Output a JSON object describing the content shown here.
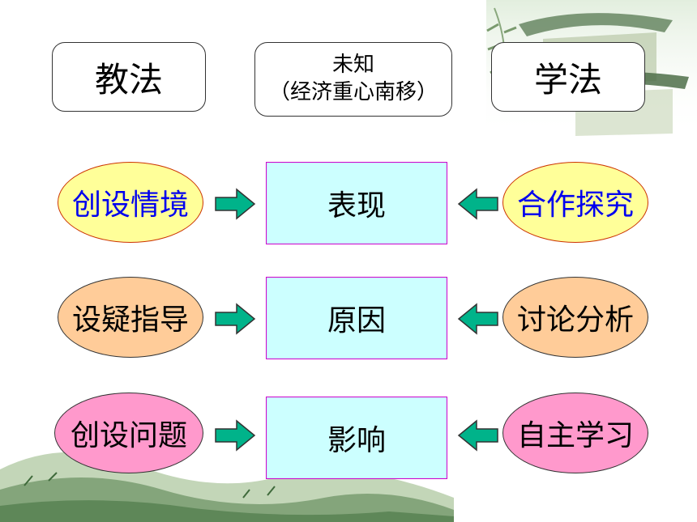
{
  "header": {
    "teach_method": "教法",
    "unknown_title": "未知",
    "unknown_sub": "（经济重心南移）",
    "learn_method": "学法"
  },
  "rows": [
    {
      "left": "创设情境",
      "center": "表现",
      "right": "合作探究"
    },
    {
      "left": "设疑指导",
      "center": "原因",
      "right": "讨论分析"
    },
    {
      "left": "创设问题",
      "center": "影响",
      "right": "自主学习"
    }
  ],
  "colors": {
    "center_fill": "#ccffff",
    "center_border": "#cc00cc",
    "oval_yellow": "#ffff99",
    "oval_peach": "#ffcc99",
    "oval_pink": "#ff99cc",
    "arrow_fill": "#00b38a",
    "highlight_text": "#0000ee"
  }
}
